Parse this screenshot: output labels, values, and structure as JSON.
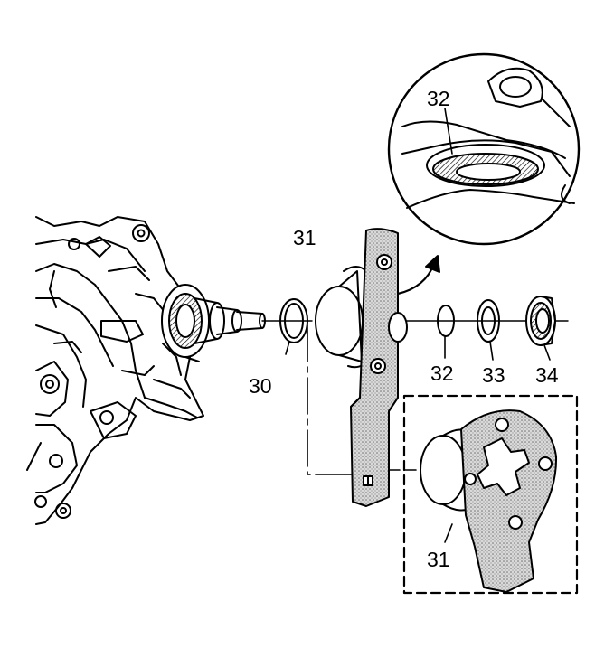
{
  "callouts": {
    "c30": "30",
    "c31_main": "31",
    "c31_inset": "31",
    "c32_detail": "32",
    "c32": "32",
    "c33": "33",
    "c34": "34"
  },
  "colors": {
    "line": "#000000",
    "fill": "#ffffff",
    "shade": "#bdbdbd"
  }
}
